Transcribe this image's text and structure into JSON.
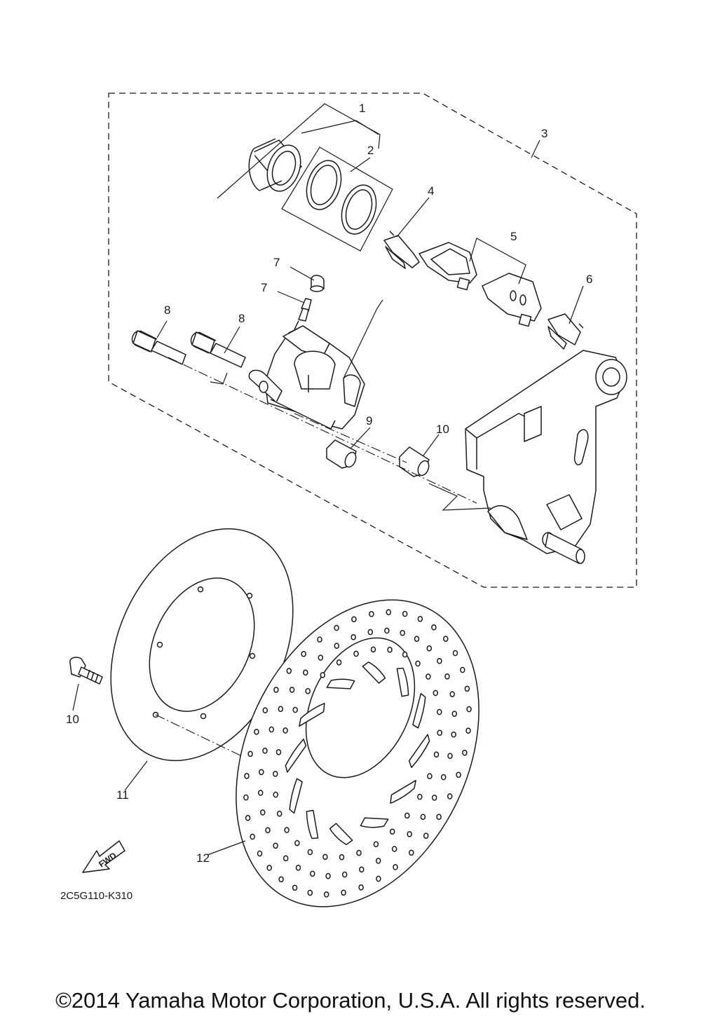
{
  "diagram": {
    "callouts": [
      "1",
      "2",
      "3",
      "4",
      "5",
      "6",
      "7",
      "7",
      "8",
      "8",
      "9",
      "10",
      "10",
      "11",
      "12"
    ],
    "fwd_label": "FWD",
    "diagram_code": "2C5G110-K310",
    "copyright": "©2014 Yamaha Motor Corporation, U.S.A. All rights reserved."
  }
}
